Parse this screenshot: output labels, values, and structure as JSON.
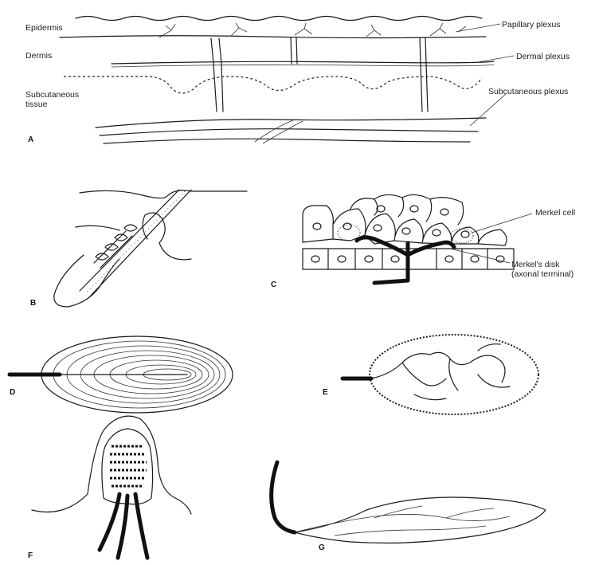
{
  "figure": {
    "panel_a": {
      "letter": "A",
      "labels": {
        "epidermis": "Epidermis",
        "dermis": "Dermis",
        "subcutaneous_line1": "Subcutaneous",
        "subcutaneous_line2": "tissue",
        "papillary_plexus": "Papillary plexus",
        "dermal_plexus": "Dermal plexus",
        "subcutaneous_plexus": "Subcutaneous plexus"
      }
    },
    "panel_b": {
      "letter": "B"
    },
    "panel_c": {
      "letter": "C",
      "labels": {
        "merkel_cell": "Merkel cell",
        "merkels_disk_line1": "Merkel's disk",
        "merkels_disk_line2": "(axonal terminal)"
      }
    },
    "panel_d": {
      "letter": "D"
    },
    "panel_e": {
      "letter": "E"
    },
    "panel_f": {
      "letter": "F"
    },
    "panel_g": {
      "letter": "G"
    }
  }
}
